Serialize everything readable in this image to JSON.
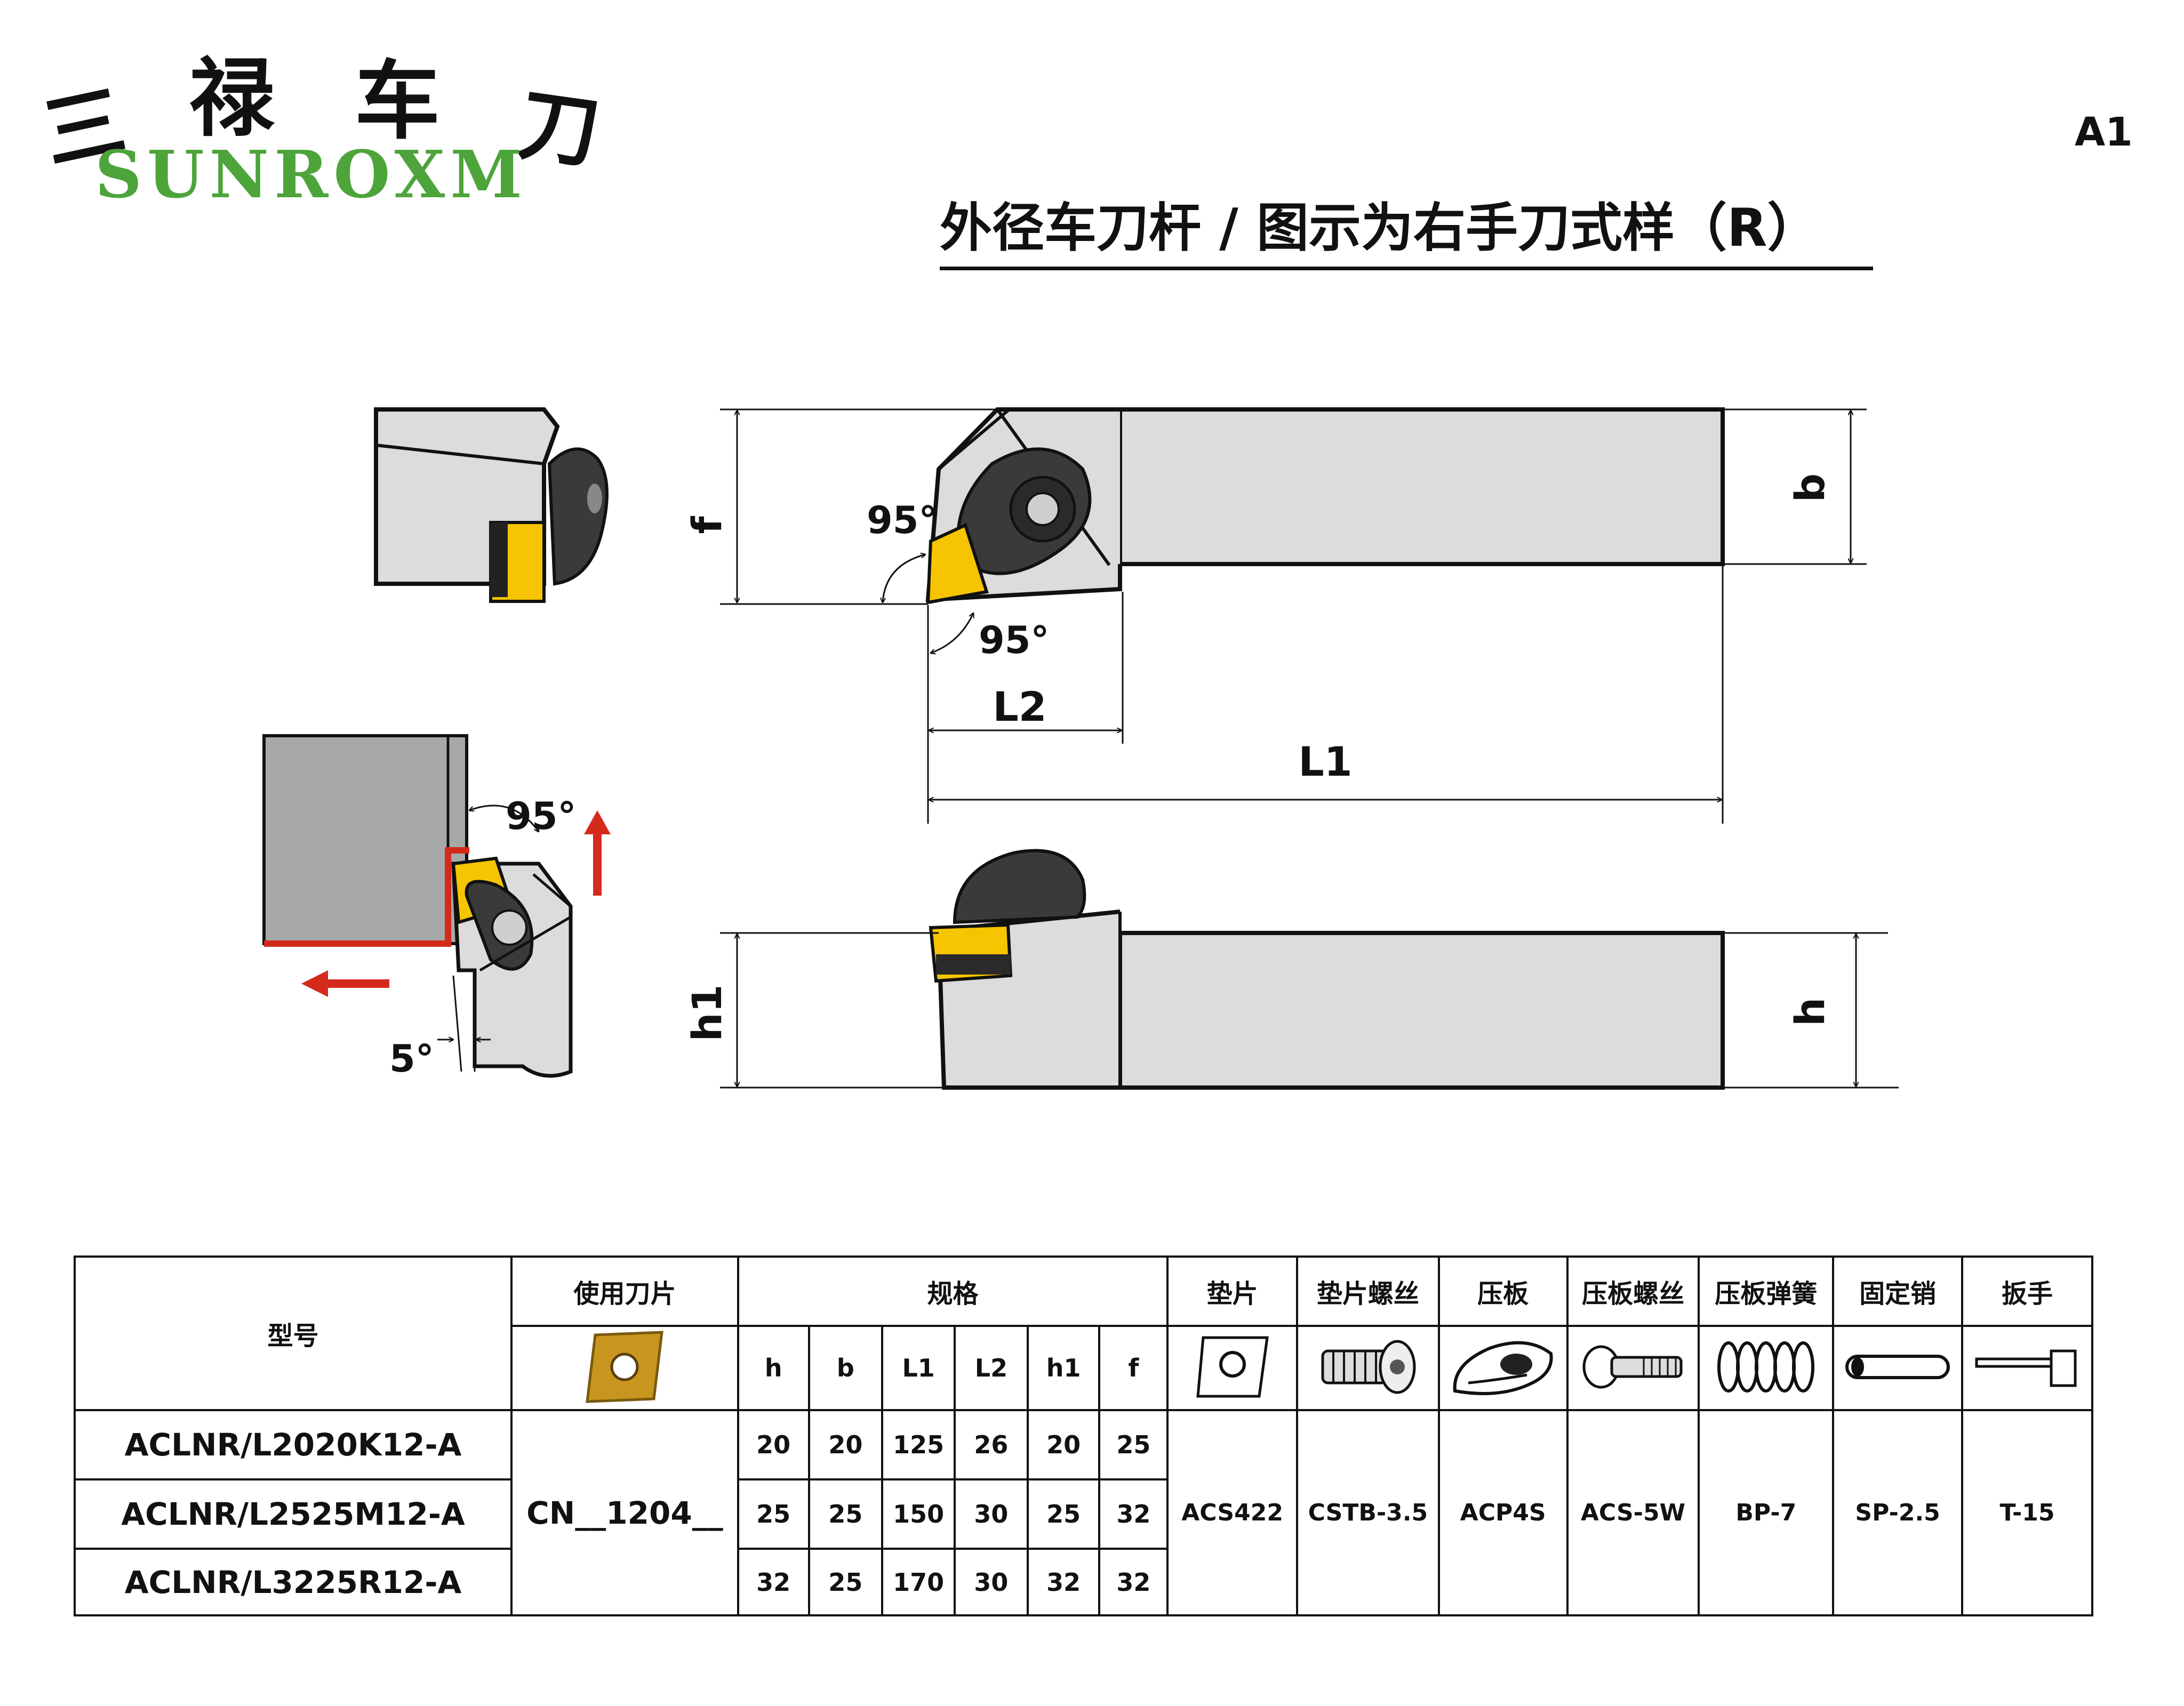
{
  "logo": {
    "cn_chars": [
      "三",
      "禄",
      "车",
      "刀"
    ],
    "en": "SUNROXM"
  },
  "page_code": "A1",
  "title": "外径车刀杆 / 图示为右手刀式样（R）",
  "diagram": {
    "angle_labels": [
      "95°",
      "95°",
      "95°",
      "5°"
    ],
    "dimension_labels": {
      "f": "f",
      "b": "b",
      "l1": "L1",
      "l2": "L2",
      "h1": "h1",
      "h": "h"
    },
    "colors": {
      "body": "#dcdcdc",
      "insert": "#f6c400",
      "clamp": "#3a3a3a",
      "arrow": "#d42a1c",
      "work": "#a7a9a8"
    }
  },
  "table": {
    "headers": {
      "model": "型号",
      "insert": "使用刀片",
      "spec": "规格",
      "shim": "垫片",
      "shim_screw": "垫片螺丝",
      "clamp": "压板",
      "clamp_screw": "压板螺丝",
      "clamp_spring": "压板弹簧",
      "pin": "固定销",
      "wrench": "扳手"
    },
    "spec_cols": [
      "h",
      "b",
      "L1",
      "L2",
      "h1",
      "f"
    ],
    "rows": [
      {
        "model": "ACLNR/L2020K12-A",
        "h": "20",
        "b": "20",
        "l1": "125",
        "l2": "26",
        "h1": "20",
        "f": "25"
      },
      {
        "model": "ACLNR/L2525M12-A",
        "h": "25",
        "b": "25",
        "l1": "150",
        "l2": "30",
        "h1": "25",
        "f": "32"
      },
      {
        "model": "ACLNR/L3225R12-A",
        "h": "32",
        "b": "25",
        "l1": "170",
        "l2": "30",
        "h1": "32",
        "f": "32"
      }
    ],
    "insert_code": "CN__1204__",
    "parts": {
      "shim": "ACS422",
      "shim_screw": "CSTB-3.5",
      "clamp": "ACP4S",
      "clamp_screw": "ACS-5W",
      "clamp_spring": "BP-7",
      "pin": "SP-2.5",
      "wrench": "T-15"
    }
  }
}
